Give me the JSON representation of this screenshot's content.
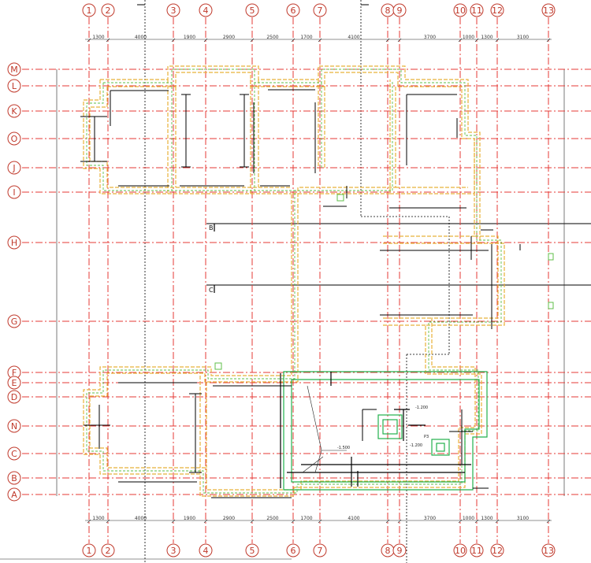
{
  "grid_axes_columns": [
    {
      "id": "col-1",
      "label": "1"
    },
    {
      "id": "col-2",
      "label": "2"
    },
    {
      "id": "col-3",
      "label": "3"
    },
    {
      "id": "col-4",
      "label": "4"
    },
    {
      "id": "col-5",
      "label": "5"
    },
    {
      "id": "col-6",
      "label": "6"
    },
    {
      "id": "col-7",
      "label": "7"
    },
    {
      "id": "col-8",
      "label": "8"
    },
    {
      "id": "col-9",
      "label": "9"
    },
    {
      "id": "col-10",
      "label": "10"
    },
    {
      "id": "col-11",
      "label": "11"
    },
    {
      "id": "col-12",
      "label": "12"
    },
    {
      "id": "col-13",
      "label": "13"
    }
  ],
  "grid_axes_rows": [
    {
      "id": "row-M",
      "label": "M"
    },
    {
      "id": "row-L",
      "label": "L"
    },
    {
      "id": "row-K",
      "label": "K"
    },
    {
      "id": "row-O",
      "label": "O"
    },
    {
      "id": "row-J",
      "label": "J"
    },
    {
      "id": "row-I",
      "label": "I"
    },
    {
      "id": "row-H",
      "label": "H"
    },
    {
      "id": "row-G",
      "label": "G"
    },
    {
      "id": "row-F",
      "label": "F"
    },
    {
      "id": "row-E",
      "label": "E"
    },
    {
      "id": "row-D",
      "label": "D"
    },
    {
      "id": "row-N",
      "label": "N"
    },
    {
      "id": "row-C",
      "label": "C"
    },
    {
      "id": "row-B",
      "label": "B"
    },
    {
      "id": "row-A",
      "label": "A"
    }
  ],
  "dimensions_top": [
    "1300",
    "4000",
    "1900",
    "2900",
    "2500",
    "1700",
    "4100",
    "3700",
    "1000",
    "1300",
    "3100"
  ],
  "dimensions_bottom": [
    "1300",
    "4000",
    "1900",
    "2900",
    "2500",
    "1700",
    "4100",
    "3700",
    "1000",
    "1300",
    "3100"
  ],
  "section_marks": {
    "b": "B",
    "c": "C"
  },
  "notes": {
    "level_1": "-1.200",
    "level_2": "-1.200",
    "level_3": "-1.500",
    "pit_label": "P3"
  },
  "colors": {
    "grid_axis": "#e53935",
    "bubble": "#c0392b",
    "wall_outline": "#e8b23a",
    "wall_inner": "#5fbf4a",
    "pit": "#22b14c"
  }
}
